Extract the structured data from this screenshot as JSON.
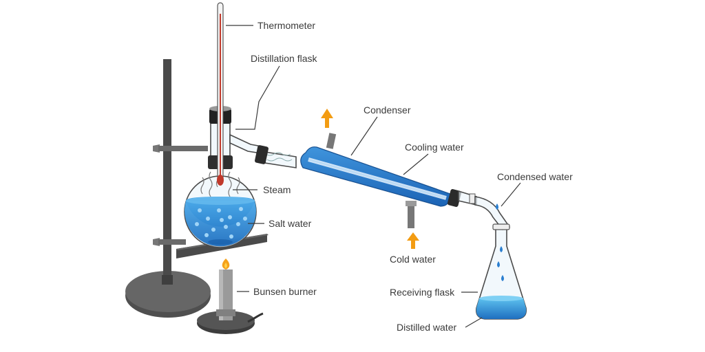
{
  "labels": {
    "thermometer": "Thermometer",
    "distillation_flask": "Distillation flask",
    "condenser": "Condenser",
    "cooling_water": "Cooling water",
    "condensed_water": "Condensed water",
    "steam": "Steam",
    "salt_water": "Salt water",
    "cold_water": "Cold water",
    "bunsen_burner": "Bunsen burner",
    "receiving_flask": "Receiving flask",
    "distilled_water": "Distilled water"
  },
  "colors": {
    "water_blue": "#2b7fd0",
    "water_light": "#4aa8e8",
    "stand_gray": "#555555",
    "flame_orange": "#f5a21b",
    "arrow_orange": "#f39c12",
    "thermometer_red": "#c0392b"
  }
}
